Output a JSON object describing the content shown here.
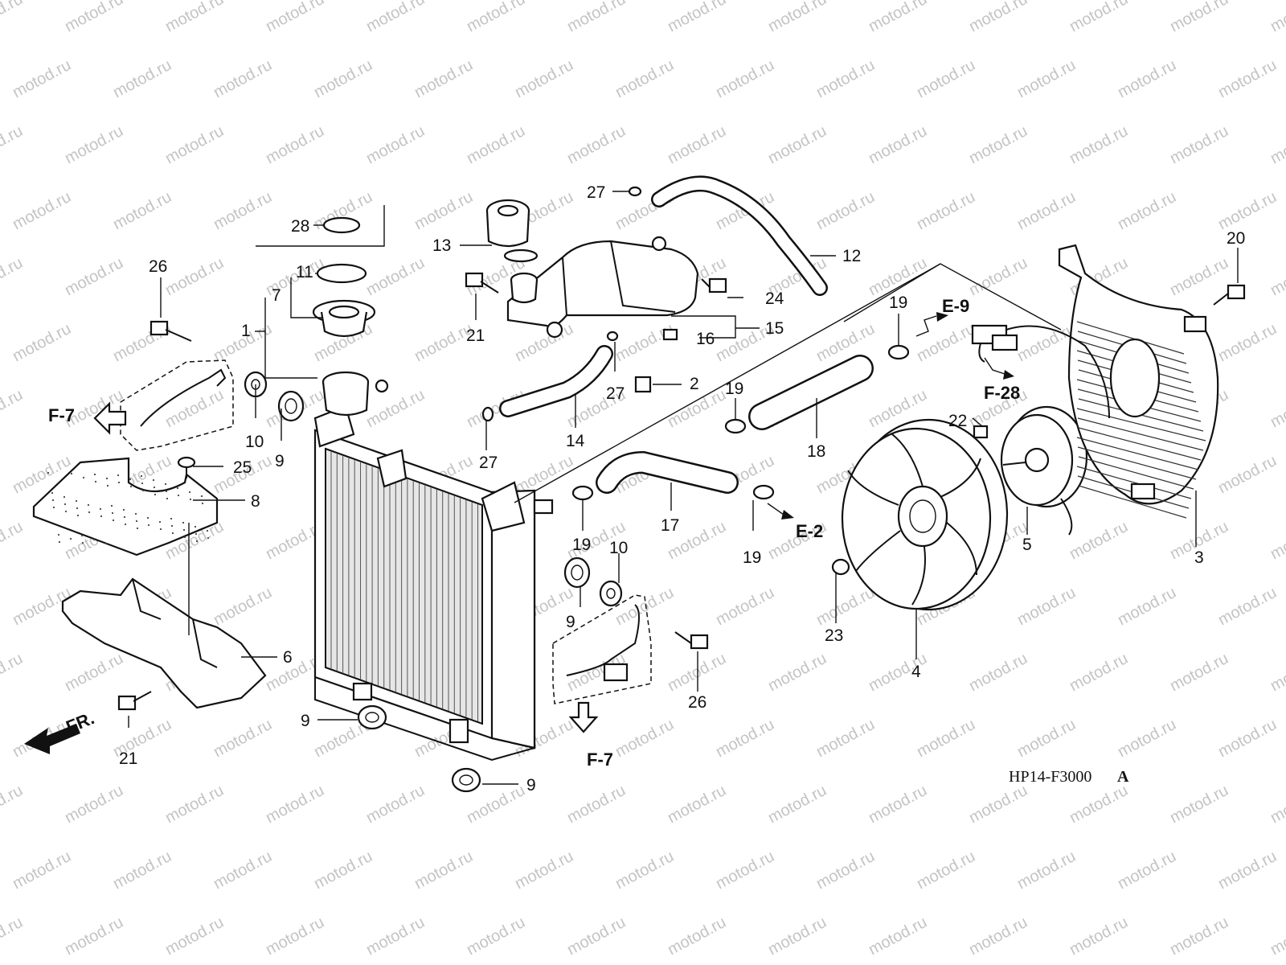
{
  "watermark": "motod.ru",
  "drawing_code": "HP14-F3000",
  "drawing_rev": "A",
  "front_label": "FR.",
  "refs": {
    "f7_left": "F-7",
    "f7_bottom": "F-7",
    "e9": "E-9",
    "f28": "F-28",
    "e2": "E-2"
  },
  "callouts": {
    "c1": "1",
    "c2": "2",
    "c3": "3",
    "c4": "4",
    "c5": "5",
    "c6": "6",
    "c7": "7",
    "c8": "8",
    "c9a": "9",
    "c9b": "9",
    "c9c": "9",
    "c9d": "9",
    "c10a": "10",
    "c10b": "10",
    "c11": "11",
    "c12": "12",
    "c13": "13",
    "c14": "14",
    "c15": "15",
    "c16": "16",
    "c17": "17",
    "c18": "18",
    "c19a": "19",
    "c19b": "19",
    "c19c": "19",
    "c19d": "19",
    "c20": "20",
    "c21a": "21",
    "c21b": "21",
    "c22": "22",
    "c23": "23",
    "c24": "24",
    "c25": "25",
    "c26a": "26",
    "c26b": "26",
    "c27a": "27",
    "c27b": "27",
    "c27c": "27",
    "c28": "28"
  }
}
